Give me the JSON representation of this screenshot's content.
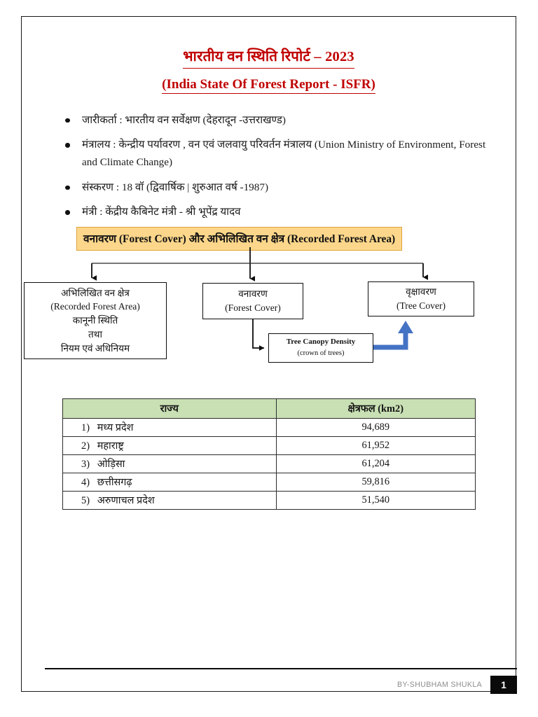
{
  "document": {
    "title_hindi": "भारतीय वन स्थिति रिपोर्ट – 2023",
    "title_english": "(India State Of Forest Report - ISFR)",
    "title_color": "#C00000"
  },
  "facts": [
    {
      "text": "जारीकर्ता : भारतीय वन सर्वेक्षण (देहरादून -उत्तराखण्ड)"
    },
    {
      "text": "मंत्रालय : केन्द्रीय पर्यावरण , वन एवं जलवायु परिवर्तन मंत्रालय (Union Ministry of Environment, Forest and Climate Change)"
    },
    {
      "text": "संस्करण : 18 वॉ (द्विवार्षिक | शुरुआत वर्ष -1987)"
    },
    {
      "text": "मंत्री : केंद्रीय कैबिनेट मंत्री - श्री भूपेंद्र यादव"
    }
  ],
  "section": {
    "heading": "वनावरण (Forest Cover) और अभिलिखित वन क्षेत्र (Recorded Forest Area)",
    "highlight_color": "#FCD78B"
  },
  "flowchart": {
    "recorded_forest_area": {
      "lines": [
        "अभिलिखित वन क्षेत्र",
        "(Recorded Forest Area)",
        "कानूनी स्थिति",
        "तथा",
        "नियम एवं अधिनियम"
      ]
    },
    "forest_cover": {
      "lines": [
        "वनावरण",
        "(Forest Cover)"
      ]
    },
    "tree_cover": {
      "lines": [
        "वृक्षावरण",
        "(Tree Cover)"
      ]
    },
    "tree_canopy_density": {
      "line1": "Tree Canopy Density",
      "line2": "(crown of trees)"
    },
    "connector_color": "#1a1a1a",
    "blue_arrow_color": "#4472C4"
  },
  "table": {
    "headers": [
      "राज्य",
      "क्षेत्रफल (km2)"
    ],
    "rows": [
      {
        "index": "1)",
        "state": "मध्य प्रदेश",
        "area": "94,689"
      },
      {
        "index": "2)",
        "state": "महाराष्ट्र",
        "area": "61,952"
      },
      {
        "index": "3)",
        "state": "ओड़िसा",
        "area": "61,204"
      },
      {
        "index": "4)",
        "state": "छत्तीसगढ़",
        "area": "59,816"
      },
      {
        "index": "5)",
        "state": "अरुणाचल प्रदेश",
        "area": "51,540"
      }
    ],
    "header_color": "#C9E0B4"
  },
  "footer": {
    "credit": "BY-SHUBHAM SHUKLA",
    "page_number": "1"
  }
}
